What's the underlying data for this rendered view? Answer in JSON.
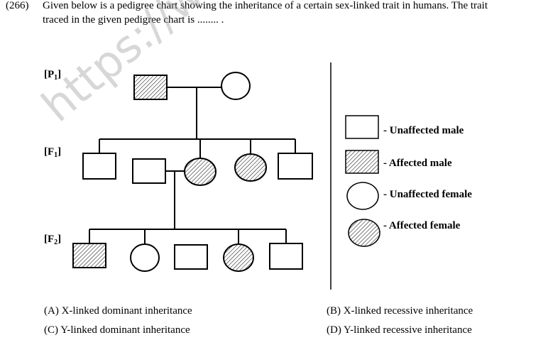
{
  "question": {
    "number": "(266)",
    "line1": "Given below is a pedigree chart showing the inheritance of a certain sex-linked trait in humans. The trait",
    "line2": "traced in the given pedigree chart is ........ ."
  },
  "watermark": "https://www.st",
  "generations": [
    {
      "label": "P",
      "sub": "1"
    },
    {
      "label": "F",
      "sub": "1"
    },
    {
      "label": "F",
      "sub": "2"
    }
  ],
  "legend": [
    {
      "text": "- Unaffected male",
      "symbol": "square",
      "affected": false
    },
    {
      "text": "- Affected male",
      "symbol": "square",
      "affected": true
    },
    {
      "text": "- Unaffected female",
      "symbol": "circle",
      "affected": false
    },
    {
      "text": "- Affected female",
      "symbol": "circle",
      "affected": true
    }
  ],
  "options": [
    {
      "text": "(A) X-linked dominant inheritance"
    },
    {
      "text": "(B) X-linked recessive inheritance"
    },
    {
      "text": "(C) Y-linked dominant inheritance"
    },
    {
      "text": "(D) Y-linked recessive inheritance"
    }
  ],
  "colors": {
    "stroke": "#000000",
    "hatch": "#000000",
    "watermark": "#a0a0a0"
  }
}
